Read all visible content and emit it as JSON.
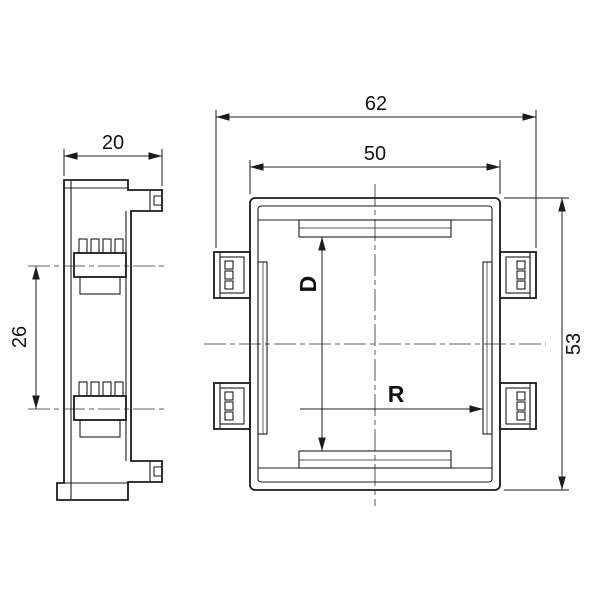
{
  "drawing": {
    "kind": "technical-drawing-two-views",
    "dimensions": {
      "side_depth": "20",
      "side_pitch": "26",
      "overall_width": "62",
      "body_width": "50",
      "body_height": "53",
      "inner_height_label": "D",
      "inner_width_label": "R"
    },
    "colors": {
      "line": "#1c1c1c",
      "background": "#ffffff"
    }
  }
}
